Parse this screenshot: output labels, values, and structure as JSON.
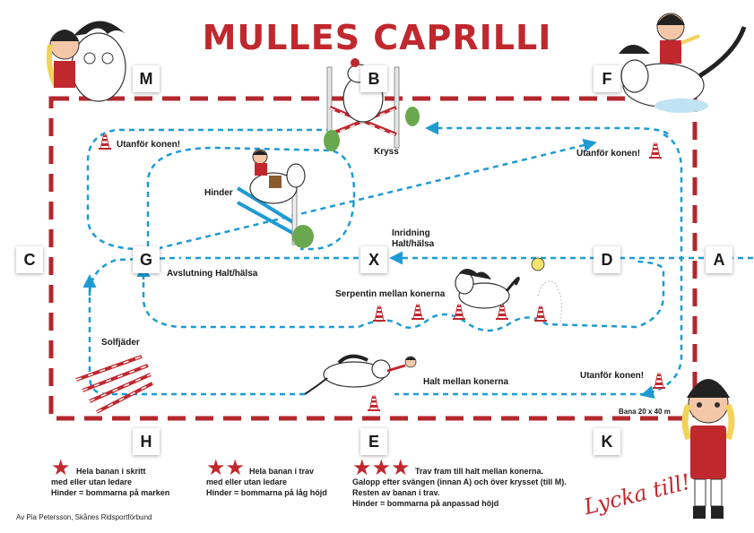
{
  "title": "MULLES CAPRILLI",
  "letters": {
    "M": "M",
    "B": "B",
    "F": "F",
    "C": "C",
    "G": "G",
    "X": "X",
    "D": "D",
    "A": "A",
    "H": "H",
    "E": "E",
    "K": "K"
  },
  "labels": {
    "utanfor_top_left": "Utanför konen!",
    "utanfor_top_right": "Utanför konen!",
    "utanfor_bottom_right": "Utanför konen!",
    "kryss": "Kryss",
    "hinder": "Hinder",
    "inridning_line1": "Inridning",
    "inridning_line2": "Halt/hälsa",
    "avslutning": "Avslutning Halt/hälsa",
    "serpentin": "Serpentin mellan konerna",
    "solfjader": "Solfjäder",
    "halt": "Halt mellan konerna",
    "bana": "Bana 20 x 40 m"
  },
  "legend": [
    {
      "stars": "★",
      "lines": [
        "Hela banan i skritt",
        "med eller utan ledare",
        "Hinder = bommarna på marken"
      ]
    },
    {
      "stars": "★★",
      "lines": [
        "Hela banan i trav",
        "med eller utan ledare",
        "Hinder = bommarna på låg höjd"
      ]
    },
    {
      "stars": "★★★",
      "lines": [
        "Trav fram till halt mellan konerna.",
        "Galopp efter svängen (innan A) och över krysset (till M).",
        "Resten av banan i trav.",
        "Hinder = bommarna på anpassad höjd"
      ]
    }
  ],
  "credit": "Av Pia Petersson, Skånes Ridsportförbund",
  "signoff": "Lycka till!",
  "colors": {
    "title": "#c0282e",
    "arena_border": "#b3272d",
    "path": "#1f9bd1",
    "cone_stripe": "#c0282e",
    "star": "#c0282e"
  },
  "icons": [
    "cone-icon",
    "pony-illustration",
    "rider-illustration",
    "jump-icon",
    "pole-icon",
    "shrub-icon"
  ]
}
